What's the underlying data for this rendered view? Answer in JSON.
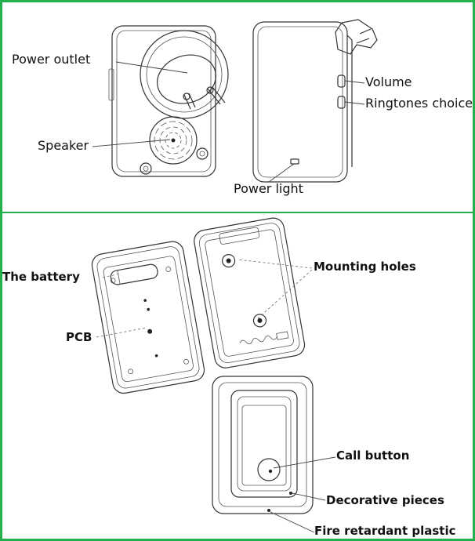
{
  "labels": {
    "power_outlet": "Power outlet",
    "speaker": "Speaker",
    "volume": "Volume",
    "ringtones_choice": "Ringtones choice",
    "power_light": "Power light",
    "the_battery": "The battery",
    "mounting_holes": "Mounting holes",
    "pcb": "PCB",
    "call_button": "Call button",
    "decorative_pieces": "Decorative pieces",
    "fire_retardant_plastic": "Fire retardant plastic"
  },
  "colors": {
    "frame_border": "#21b04b",
    "line": "#333333"
  }
}
